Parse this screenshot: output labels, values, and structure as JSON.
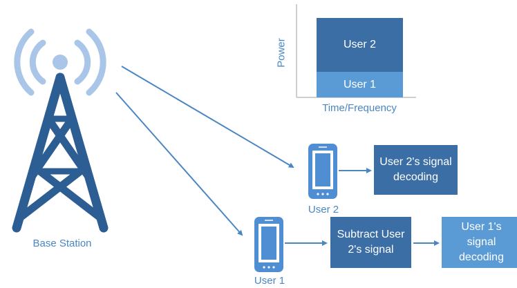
{
  "colors": {
    "dark_blue": "#2c5d93",
    "mid_blue": "#3a6ea5",
    "light_blue": "#5b9bd5",
    "ring_blue": "#a9c6e8",
    "phone_blue": "#4f8ed3",
    "text_blue": "#4a86c4",
    "arrow_blue": "#4a86c4"
  },
  "icons": {
    "tower": "cell-tower-icon",
    "phone": "smartphone-icon"
  },
  "base_station": {
    "label": "Base Station"
  },
  "power_chart": {
    "y_axis_label": "Power",
    "x_axis_label": "Time/Frequency",
    "upper_block": "User 2",
    "lower_block": "User 1"
  },
  "user2": {
    "label": "User 2",
    "decode_box": [
      "User 2's signal",
      "decoding"
    ]
  },
  "user1": {
    "label": "User 1",
    "subtract_box": [
      "Subtract User",
      "2's signal"
    ],
    "decode_box": [
      "User 1's signal",
      "decoding"
    ]
  }
}
